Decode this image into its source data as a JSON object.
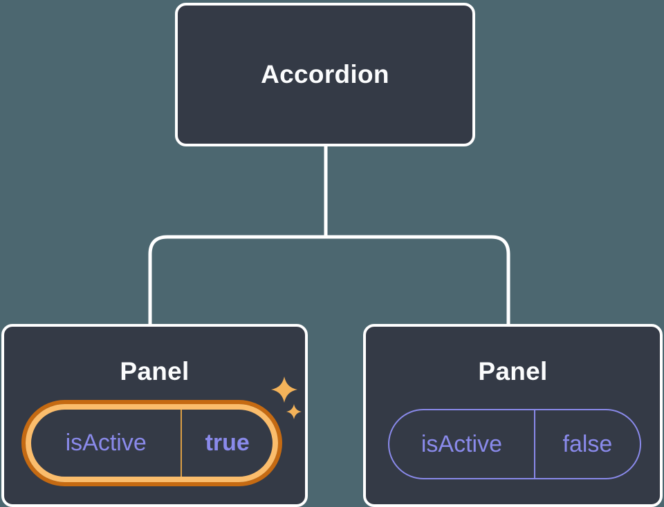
{
  "diagram": {
    "root": {
      "label": "Accordion"
    },
    "children": [
      {
        "label": "Panel",
        "highlighted": true,
        "state": {
          "name": "isActive",
          "value": "true"
        }
      },
      {
        "label": "Panel",
        "highlighted": false,
        "state": {
          "name": "isActive",
          "value": "false"
        }
      }
    ]
  },
  "icons": {
    "sparkles": "sparkles-icon"
  },
  "colors": {
    "background": "#4C6770",
    "node_fill": "#343A46",
    "node_border": "#FFFFFF",
    "title_text": "#FBFCFD",
    "state_text": "#8A8AEB",
    "state_border": "#8A8AEB",
    "highlight_outer_ring": "#C56A12",
    "highlight_inner_ring": "#FBBD6C",
    "highlight_divider": "#DD9F45",
    "sparkle": "#F4B35A"
  }
}
